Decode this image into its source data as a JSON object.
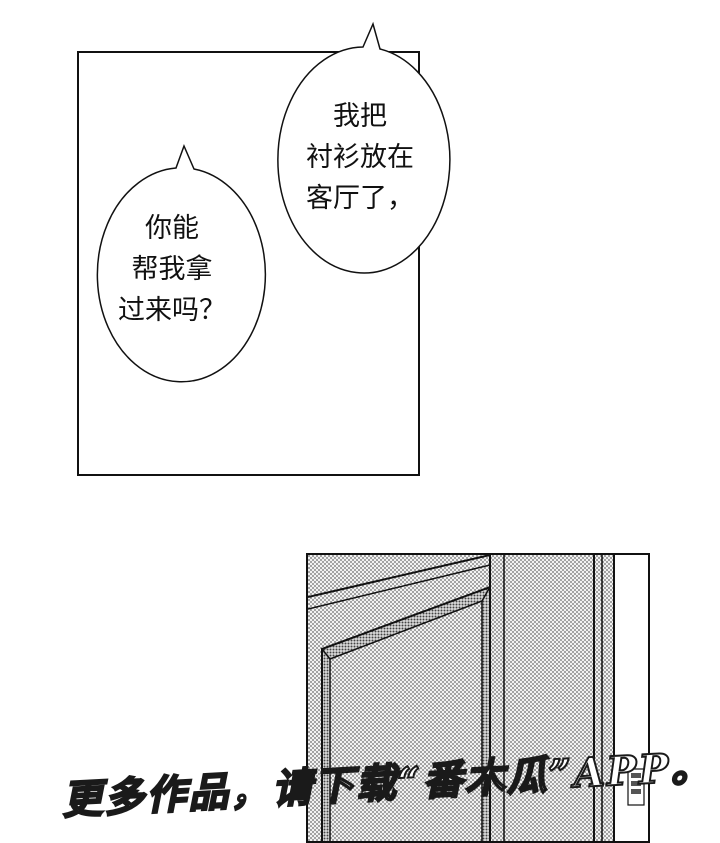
{
  "panel_1": {
    "bubble_1": {
      "lines": [
        "我把",
        "衬衫放在",
        "客厅了，"
      ]
    },
    "bubble_2": {
      "lines": [
        "你能",
        "帮我拿",
        "过来吗？"
      ]
    }
  },
  "panel_2": {
    "scene": "door-frame-closeup"
  },
  "watermark": {
    "text": "更多作品，请下载“番木瓜”APP。"
  },
  "colors": {
    "ink": "#111111",
    "paper": "#ffffff",
    "screentone": "#bdbdbd"
  }
}
